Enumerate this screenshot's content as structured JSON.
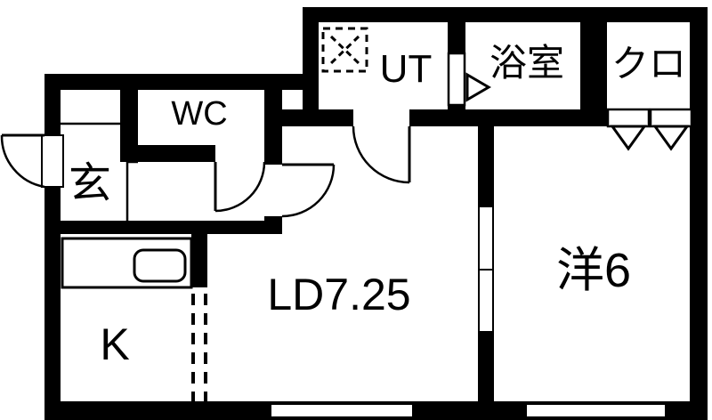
{
  "colors": {
    "wall": "#000000",
    "floor": "#ffffff"
  },
  "rooms": [
    {
      "id": "entrance",
      "label": "玄"
    },
    {
      "id": "wc",
      "label": "WC"
    },
    {
      "id": "utility",
      "label": "UT"
    },
    {
      "id": "bathroom",
      "label": "浴室"
    },
    {
      "id": "closet",
      "label": "クロ"
    },
    {
      "id": "living-dining",
      "label": "LD7.25"
    },
    {
      "id": "western-room",
      "label": "洋6"
    },
    {
      "id": "kitchen",
      "label": "K"
    }
  ]
}
